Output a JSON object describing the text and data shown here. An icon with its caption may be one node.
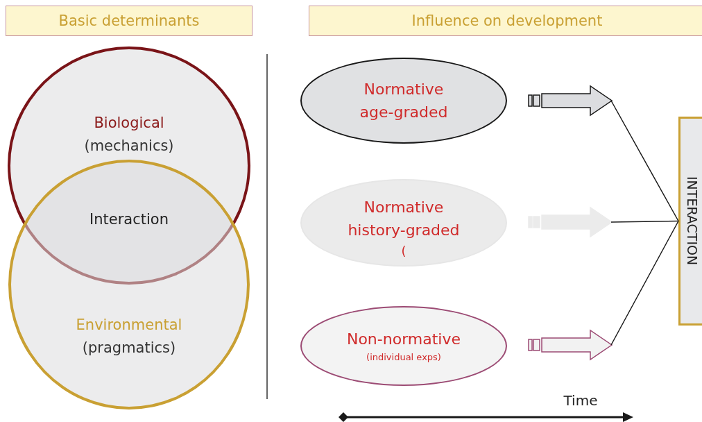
{
  "diagram": {
    "nodes": [
      {
        "text": [
          "Basic determinants"
        ]
      },
      {
        "text": [
          "Influence on development"
        ]
      },
      {
        "text": [
          "Biological",
          "(mechanics)"
        ]
      },
      {
        "text": [
          "Environmental",
          "(pragmatics)"
        ]
      },
      {
        "text": [
          "Normative age-graded"
        ]
      },
      {
        "text": [
          "Normative history-graded",
          "("
        ]
      },
      {
        "text": [
          "Non-normative",
          "(individual exps)"
        ]
      },
      {
        "text": [
          "INTERACTION"
        ]
      },
      {
        "text": [],
        "shape": "arrow"
      },
      {
        "text": [],
        "shape": "arrow"
      },
      {
        "text": [],
        "shape": "arrow"
      }
    ],
    "edges": [
      {
        "from": 8,
        "to": 7,
        "arrow": "none"
      },
      {
        "from": 9,
        "to": 7,
        "arrow": "none"
      },
      {
        "from": 10,
        "to": 7,
        "arrow": "none"
      }
    ],
    "labels": [
      "Interaction",
      "Time"
    ]
  }
}
